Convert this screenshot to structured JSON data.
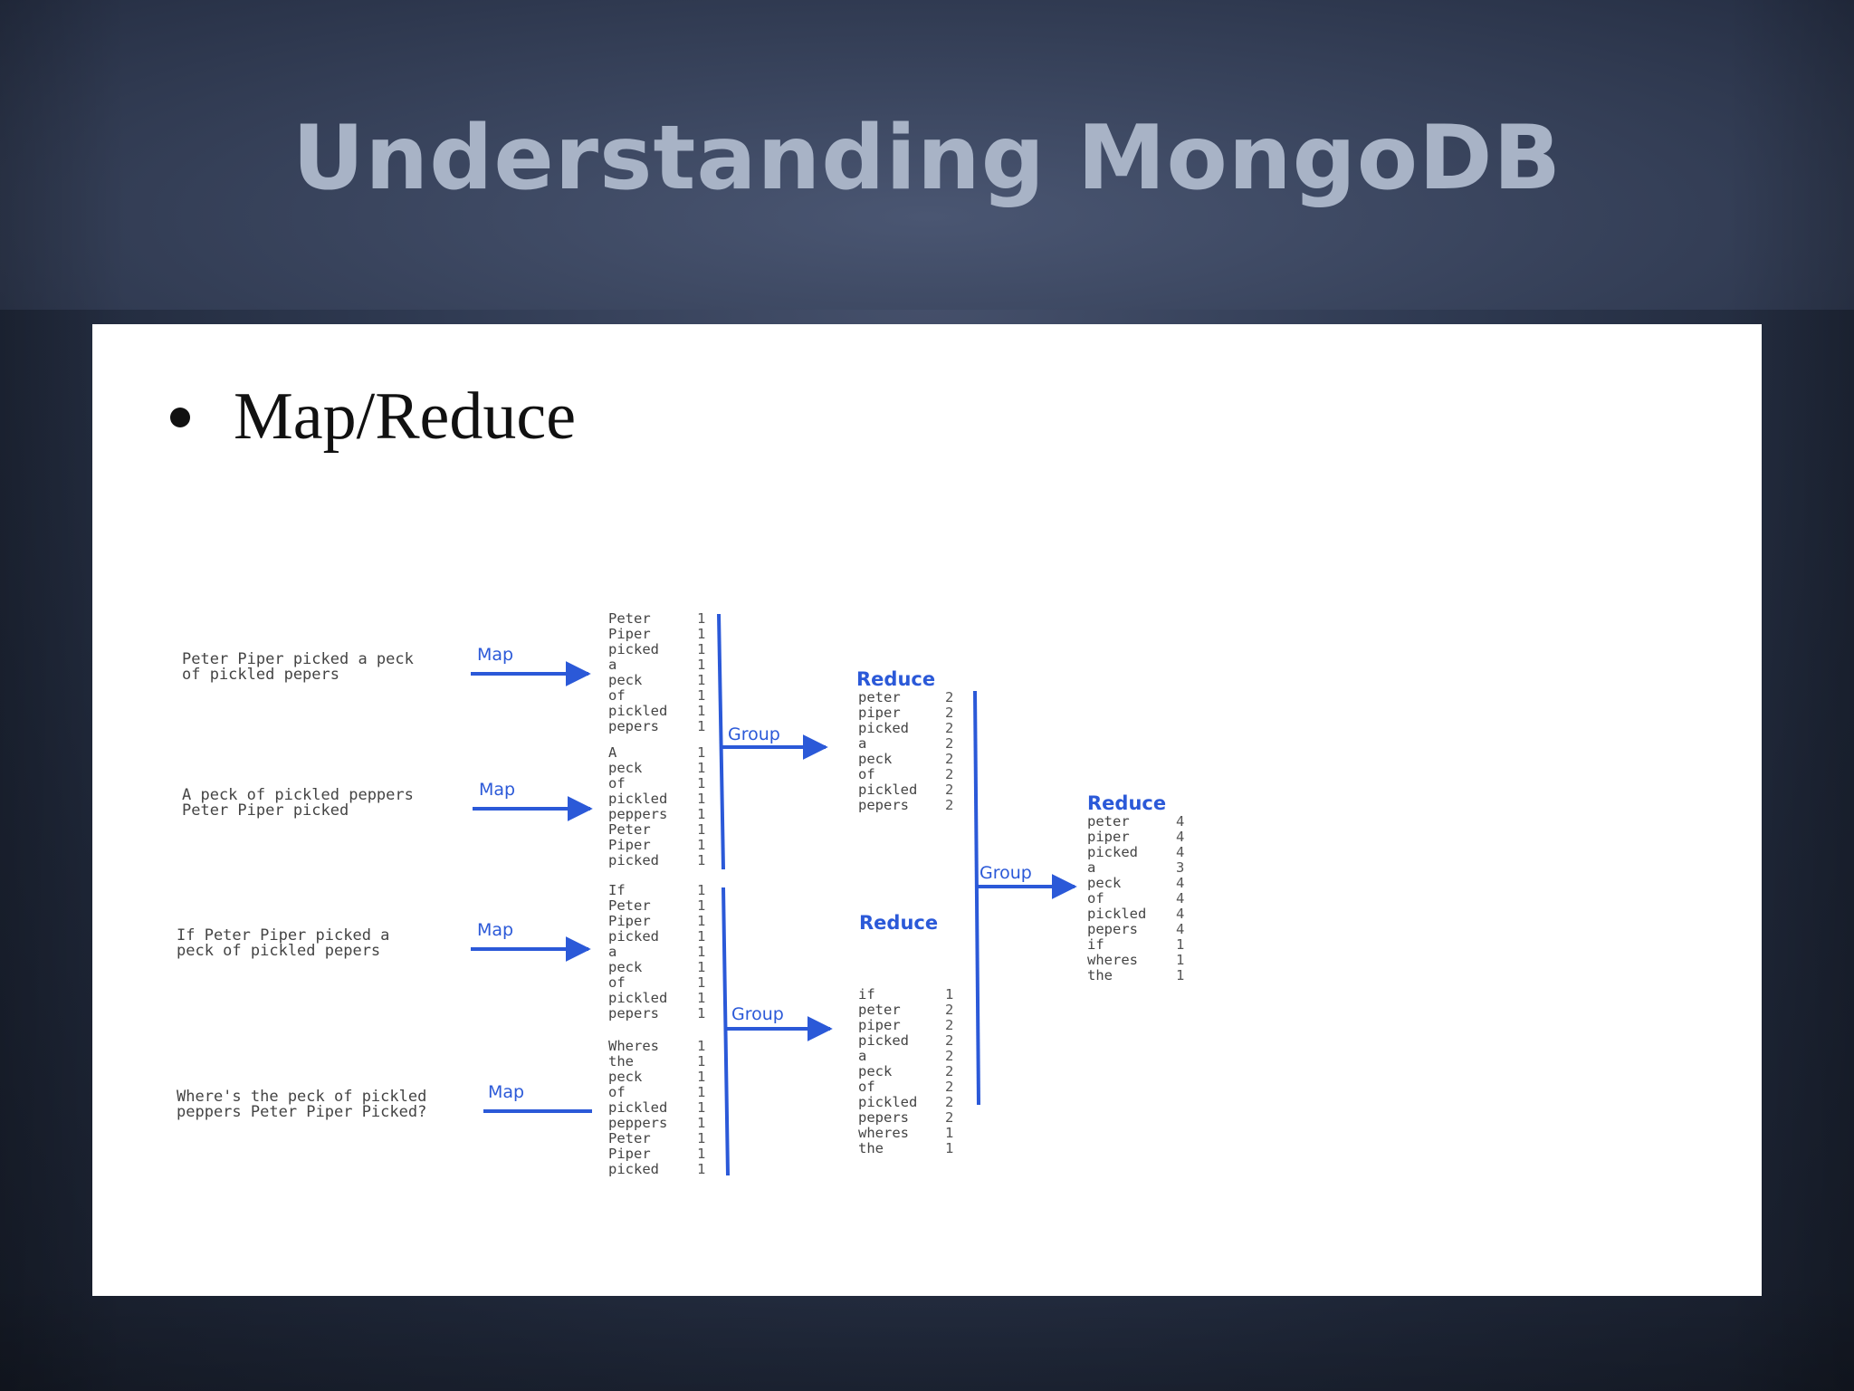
{
  "slide": {
    "title": "Understanding MongoDB",
    "bullet": "Map/Reduce"
  },
  "colors": {
    "accent": "#2b59d8",
    "title": "#a8b3c6",
    "background": "#2f3a52",
    "panel": "#ffffff"
  },
  "diagram": {
    "inputs": [
      {
        "lines": [
          "Peter Piper picked a peck",
          "of pickled pepers"
        ],
        "arrow_label": "Map"
      },
      {
        "lines": [
          "A peck of pickled peppers",
          "Peter Piper picked"
        ],
        "arrow_label": "Map"
      },
      {
        "lines": [
          "If Peter Piper picked a",
          "peck of pickled pepers"
        ],
        "arrow_label": "Map"
      },
      {
        "lines": [
          "Where's the peck of pickled",
          "peppers Peter Piper Picked?"
        ],
        "arrow_label": "Map"
      }
    ],
    "map_outputs": [
      {
        "words": [
          "Peter",
          "Piper",
          "picked",
          "a",
          "peck",
          "of",
          "pickled",
          "pepers"
        ],
        "counts": [
          "1",
          "1",
          "1",
          "1",
          "1",
          "1",
          "1",
          "1"
        ]
      },
      {
        "words": [
          "A",
          "peck",
          "of",
          "pickled",
          "peppers",
          "Peter",
          "Piper",
          "picked"
        ],
        "counts": [
          "1",
          "1",
          "1",
          "1",
          "1",
          "1",
          "1",
          "1"
        ]
      },
      {
        "words": [
          "If",
          "Peter",
          "Piper",
          "picked",
          "a",
          "peck",
          "of",
          "pickled",
          "pepers"
        ],
        "counts": [
          "1",
          "1",
          "1",
          "1",
          "1",
          "1",
          "1",
          "1",
          "1"
        ]
      },
      {
        "words": [
          "Wheres",
          "the",
          "peck",
          "of",
          "pickled",
          "peppers",
          "Peter",
          "Piper",
          "picked"
        ],
        "counts": [
          "1",
          "1",
          "1",
          "1",
          "1",
          "1",
          "1",
          "1",
          "1"
        ]
      }
    ],
    "group_label": "Group",
    "reduce_label": "Reduce",
    "reduce_stage1": [
      {
        "words": [
          "peter",
          "piper",
          "picked",
          "a",
          "peck",
          "of",
          "pickled",
          "pepers"
        ],
        "counts": [
          "2",
          "2",
          "2",
          "2",
          "2",
          "2",
          "2",
          "2"
        ]
      },
      {
        "words": [
          "if",
          "peter",
          "piper",
          "picked",
          "a",
          "peck",
          "of",
          "pickled",
          "pepers",
          "wheres",
          "the"
        ],
        "counts": [
          "1",
          "2",
          "2",
          "2",
          "2",
          "2",
          "2",
          "2",
          "2",
          "1",
          "1"
        ]
      }
    ],
    "reduce_final": {
      "words": [
        "peter",
        "piper",
        "picked",
        "a",
        "peck",
        "of",
        "pickled",
        "pepers",
        "if",
        "wheres",
        "the"
      ],
      "counts": [
        "4",
        "4",
        "4",
        "3",
        "4",
        "4",
        "4",
        "4",
        "1",
        "1",
        "1"
      ]
    }
  }
}
